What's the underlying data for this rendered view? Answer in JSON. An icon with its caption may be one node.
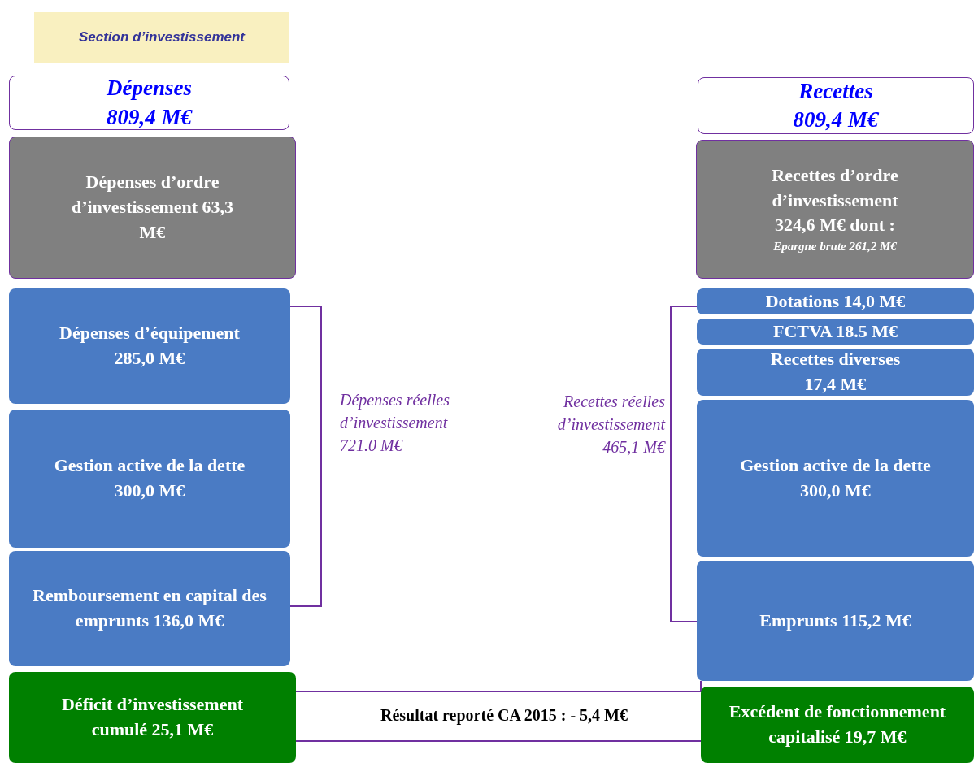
{
  "diagram": {
    "nodes": [
      {
        "text": [
          "Section d’investissement"
        ]
      },
      {
        "text": [
          "Dépenses 809,4 M€"
        ]
      },
      {
        "text": [
          "Dépenses d’ordre d’investissement 63,3 M€"
        ]
      },
      {
        "text": [
          "Dépenses d’équipement 285,0 M€"
        ]
      },
      {
        "text": [
          "Gestion active de la dette 300,0 M€"
        ]
      },
      {
        "text": [
          "Remboursement en capital des emprunts 136,0 M€"
        ]
      },
      {
        "text": [
          "Déficit d’investissement cumulé 25,1 M€"
        ]
      },
      {
        "text": [
          "Recettes 809,4 M€"
        ]
      },
      {
        "text": [
          "Recettes d’ordre d’investissement 324,6 M€ dont :",
          "Epargne brute 261,2 M€"
        ]
      },
      {
        "text": [
          "Dotations 14,0 M€"
        ]
      },
      {
        "text": [
          "FCTVA 18.5 M€"
        ]
      },
      {
        "text": [
          "Recettes diverses 17,4 M€"
        ]
      },
      {
        "text": [
          "Gestion active de la dette 300,0 M€"
        ]
      },
      {
        "text": [
          "Emprunts 115,2 M€"
        ]
      },
      {
        "text": [
          "Excédent de fonctionnement capitalisé 19,7 M€"
        ]
      }
    ],
    "edges": [
      {
        "from": 6,
        "to": 14,
        "arrow": "none",
        "label": "Résultat reporté CA 2015 : - 5,4 M€"
      },
      {
        "from": 6,
        "to": 13,
        "arrow": "none"
      }
    ],
    "labels": [
      "Dépenses réelles d’investissement 721.0 M€",
      "Recettes réelles d’investissement 465,1 M€"
    ]
  }
}
